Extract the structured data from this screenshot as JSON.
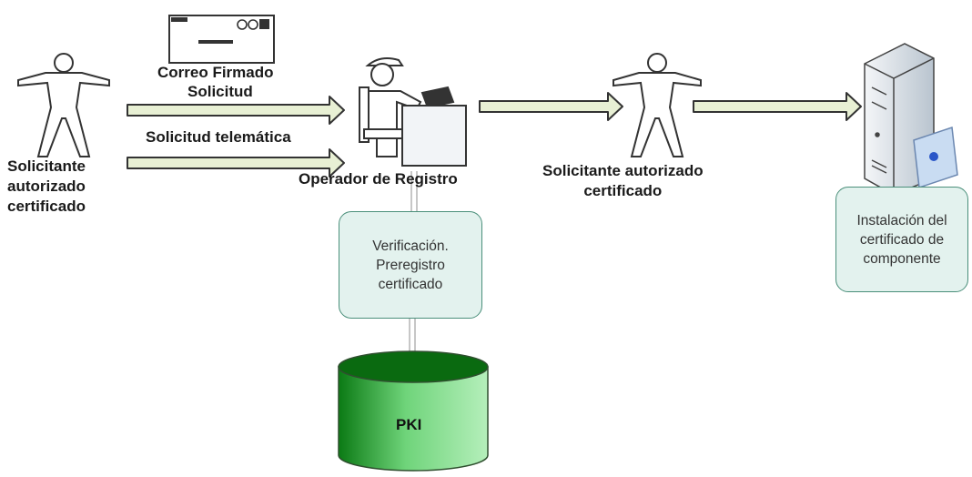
{
  "labels": {
    "applicant_left": "Solicitante\nautorizado\ncertificado",
    "signed_mail": "Correo Firmado",
    "request": "Solicitud",
    "telematic_request": "Solicitud telemática",
    "operator": "Operador de Registro",
    "applicant_right": "Solicitante autorizado\ncertificado",
    "verification": "Verificación.\nPreregistro\ncertificado",
    "installation": "Instalación del\ncertificado de\ncomponente",
    "pki": "PKI"
  },
  "icons": {
    "person_left": "stick-figure-icon",
    "envelope": "signed-envelope-icon",
    "operator": "operator-at-desk-icon",
    "person_right": "stick-figure-icon",
    "server": "server-with-certificate-icon",
    "database": "database-cylinder-icon"
  },
  "colors": {
    "box_fill": "#e3f2ee",
    "box_border": "#4a8f7a",
    "cylinder_dark": "#0a6a10",
    "cylinder_light": "#7fd98a",
    "arrow_fill": "#e8f0d4",
    "arrow_stroke": "#333333"
  }
}
